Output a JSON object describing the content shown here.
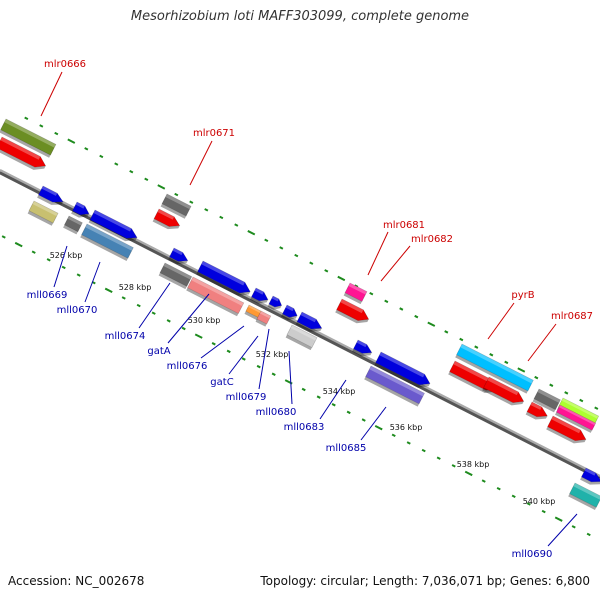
{
  "title": "Mesorhizobium loti MAFF303099, complete genome",
  "accession": "Accession: NC_002678",
  "summary": "Topology: circular; Length: 7,036,071 bp; Genes: 6,800",
  "colors": {
    "backbone": "#888888",
    "tick": "#1e8b1e",
    "forward_label": "#cc0000",
    "reverse_label": "#0000aa"
  },
  "scale": {
    "unit": "kbp",
    "ticks": [
      "526 kbp",
      "528 kbp",
      "530 kbp",
      "532 kbp",
      "534 kbp",
      "536 kbp",
      "538 kbp",
      "540 kbp"
    ]
  },
  "forward_labels": [
    "mlr0666",
    "mlr0671",
    "mlr0681",
    "mlr0682",
    "pyrB",
    "mlr0687"
  ],
  "reverse_labels": [
    "mll0669",
    "mll0670",
    "mll0674",
    "gatA",
    "mll0676",
    "gatC",
    "mll0679",
    "mll0680",
    "mll0683",
    "mll0685",
    "mll0690"
  ]
}
